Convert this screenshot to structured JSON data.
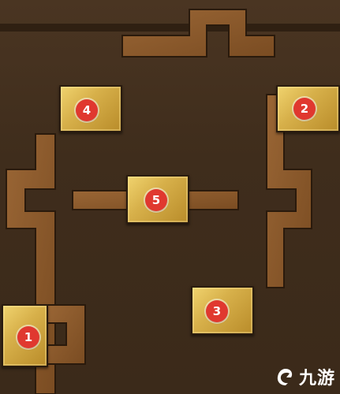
{
  "tiles": [
    {
      "id": "1",
      "label": "1"
    },
    {
      "id": "2",
      "label": "2"
    },
    {
      "id": "3",
      "label": "3"
    },
    {
      "id": "4",
      "label": "4"
    },
    {
      "id": "5",
      "label": "5"
    }
  ],
  "watermark": {
    "text": "九游"
  },
  "colors": {
    "board": "#3f2d1c",
    "groove": "#8b5a2b",
    "tile": "#d7b04a",
    "badge": "#e0382f"
  }
}
